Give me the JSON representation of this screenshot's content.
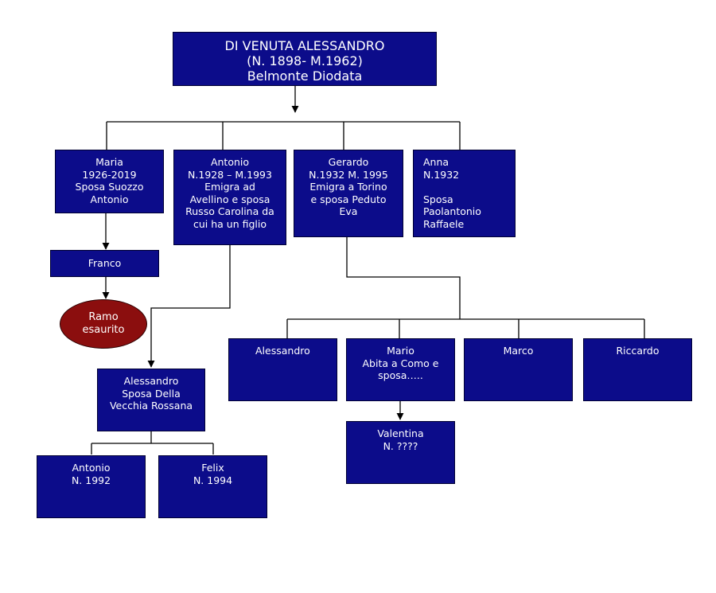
{
  "root": {
    "text": "DI  VENUTA ALESSANDRO\n(N. 1898- M.1962)\nBelmonte Diodata"
  },
  "children": {
    "maria": {
      "text": "Maria\n1926-2019\nSposa Suozzo\nAntonio"
    },
    "antonio": {
      "text": "Antonio\nN.1928 – M.1993\nEmigra ad\nAvellino e sposa\nRusso Carolina da\ncui ha un figlio"
    },
    "gerardo": {
      "text": "Gerardo\nN.1932 M. 1995\nEmigra a Torino\ne sposa Peduto\nEva"
    },
    "anna": {
      "text": "Anna\nN.1932\n\nSposa\nPaolantonio\nRaffaele"
    }
  },
  "franco": {
    "text": "Franco"
  },
  "ramo": {
    "text": "Ramo\nesaurito"
  },
  "alessandro_jr": {
    "text": "Alessandro\nSposa Della\nVecchia Rossana"
  },
  "antonio_jr": {
    "text": "Antonio\nN. 1992"
  },
  "felix": {
    "text": "Felix\nN. 1994"
  },
  "gerardo_children": {
    "alessandro": {
      "text": "Alessandro"
    },
    "mario": {
      "text": "Mario\nAbita a Como  e\nsposa….."
    },
    "marco": {
      "text": "Marco"
    },
    "riccardo": {
      "text": "Riccardo"
    }
  },
  "valentina": {
    "text": "Valentina\nN. ????"
  },
  "colors": {
    "box_fill": "#0c0c8a",
    "oval_fill": "#8b0e0e",
    "line": "#000000"
  }
}
